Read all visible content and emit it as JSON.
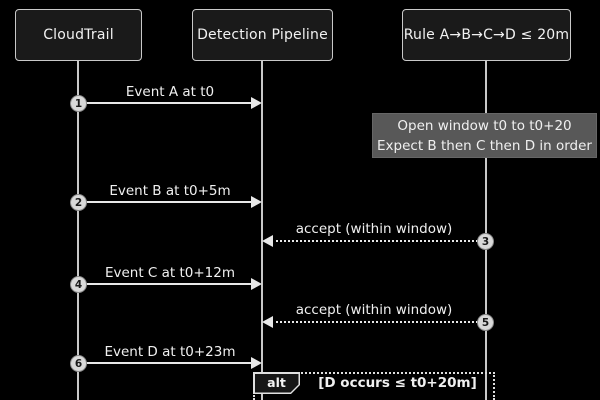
{
  "diagram": {
    "type": "sequence-diagram",
    "participants": [
      {
        "label": "CloudTrail"
      },
      {
        "label": "Detection Pipeline"
      },
      {
        "label": "Rule A→B→C→D ≤ 20m"
      }
    ],
    "messages": [
      {
        "num": "1",
        "text": "Event A at t0",
        "from": "CloudTrail",
        "to": "Detection Pipeline",
        "style": "solid"
      },
      {
        "num": "2",
        "text": "Event B at t0+5m",
        "from": "CloudTrail",
        "to": "Detection Pipeline",
        "style": "solid"
      },
      {
        "num": "3",
        "text": "accept (within window)",
        "from": "Rule A→B→C→D ≤ 20m",
        "to": "Detection Pipeline",
        "style": "dotted"
      },
      {
        "num": "4",
        "text": "Event C at t0+12m",
        "from": "CloudTrail",
        "to": "Detection Pipeline",
        "style": "solid"
      },
      {
        "num": "5",
        "text": "accept (within window)",
        "from": "Rule A→B→C→D ≤ 20m",
        "to": "Detection Pipeline",
        "style": "dotted"
      },
      {
        "num": "6",
        "text": "Event D at t0+23m",
        "from": "CloudTrail",
        "to": "Detection Pipeline",
        "style": "solid"
      }
    ],
    "note": {
      "line1": "Open window t0 to t0+20",
      "line2": "Expect B then C then D in order"
    },
    "alt": {
      "label": "alt",
      "condition": "[D occurs ≤ t0+20m]"
    },
    "colors": {
      "background": "#000000",
      "actor_fill": "#1a1a1a",
      "actor_border": "#c9c9c9",
      "lifeline": "#c9c9c9",
      "arrow": "#e8e8e8",
      "note_fill": "#585858",
      "text": "#f0f0f0",
      "badge_fill": "#d9d9d9",
      "badge_text": "#1a1a1a"
    }
  }
}
